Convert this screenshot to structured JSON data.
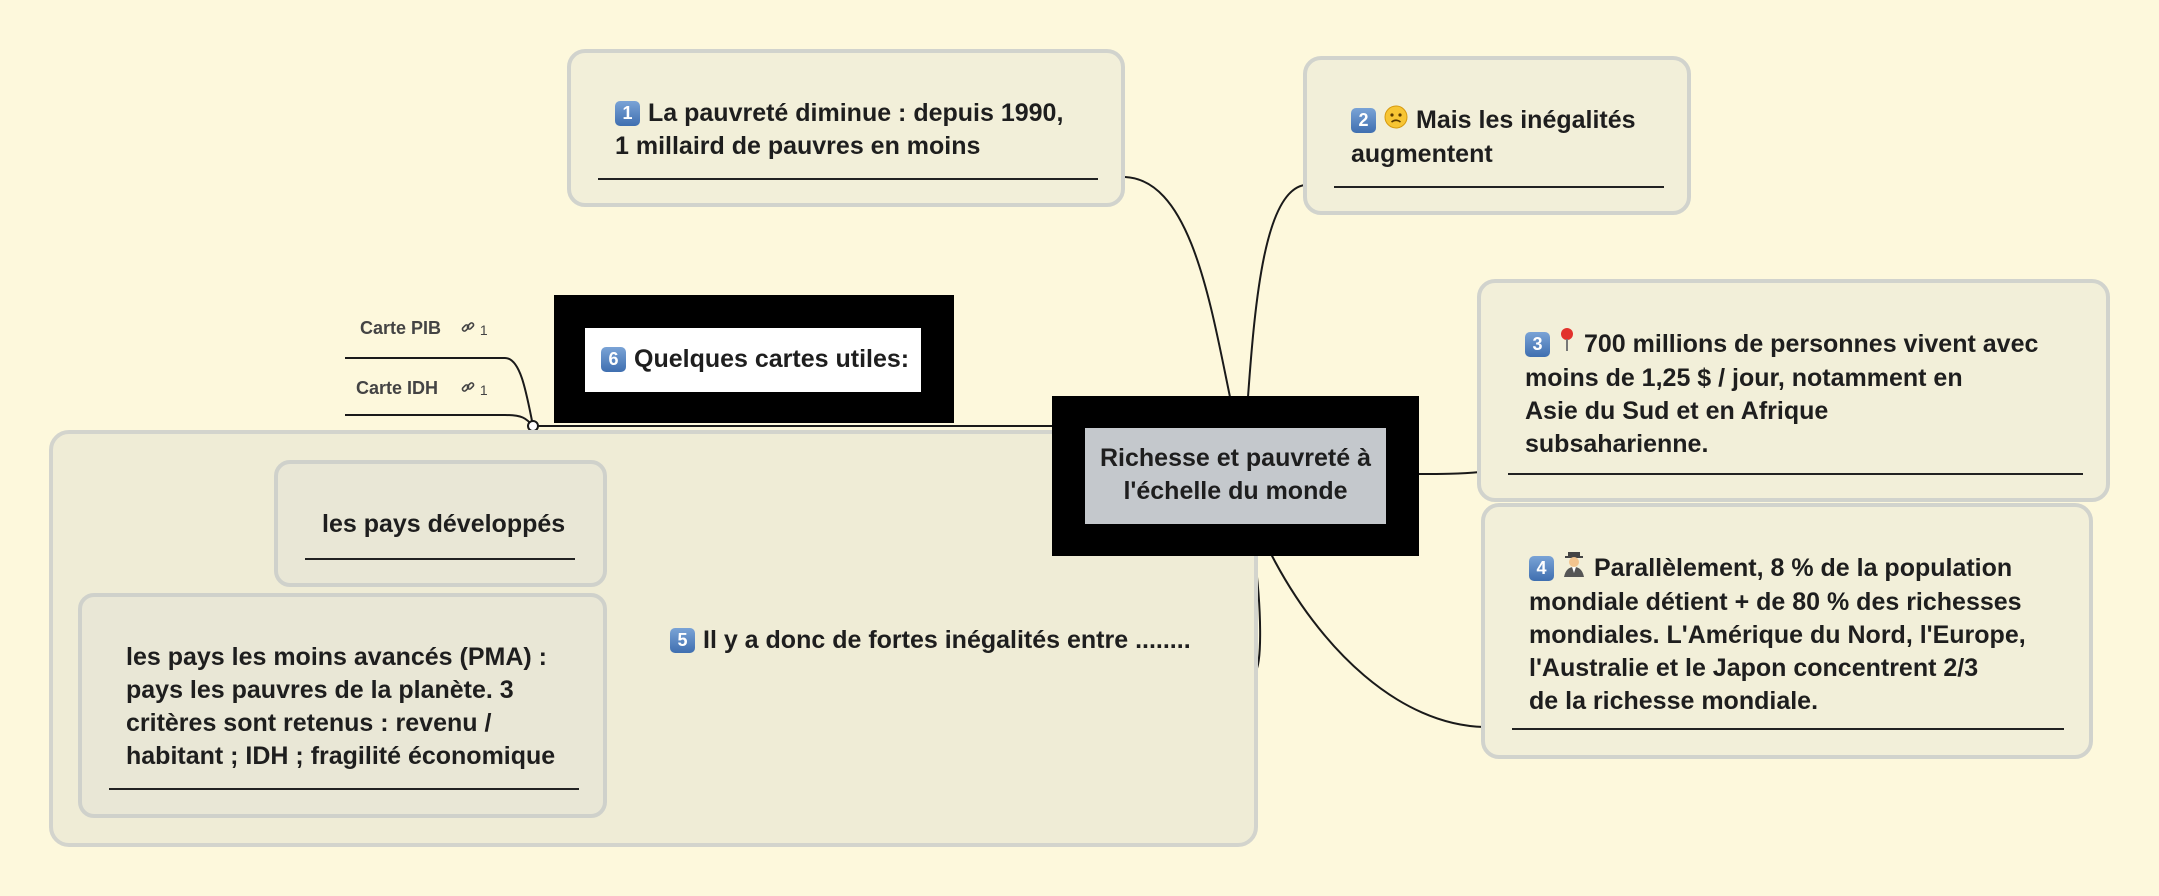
{
  "central": {
    "label": "Richesse et pauvreté à\nl'échelle du monde"
  },
  "branches": [
    {
      "id": "b1",
      "number": "1",
      "text": "La pauvreté diminue : depuis 1990,\n1 millaird de pauvres en moins"
    },
    {
      "id": "b2",
      "number": "2",
      "icon": "worried-face-icon",
      "text": "Mais les inégalités\naugmentent"
    },
    {
      "id": "b3",
      "number": "3",
      "icon": "pin-icon",
      "text": "700 millions de personnes vivent avec\nmoins de 1,25 $ / jour, notamment en\nAsie du Sud et en Afrique\nsubsaharienne."
    },
    {
      "id": "b4",
      "number": "4",
      "icon": "man-in-suit-icon",
      "text": "Parallèlement, 8 % de la population\nmondiale détient + de 80 % des richesses\nmondiales. L'Amérique du Nord, l'Europe,\nl'Australie et le Japon concentrent 2/3\nde la richesse mondiale."
    },
    {
      "id": "b5",
      "number": "5",
      "text": "Il y a donc de fortes inégalités entre ........",
      "children": [
        {
          "text": "les pays développés"
        },
        {
          "text": "les pays les moins avancés (PMA) :\npays les pauvres de la planète. 3\ncritères sont retenus : revenu /\nhabitant ; IDH ; fragilité économique"
        }
      ]
    },
    {
      "id": "b6",
      "number": "6",
      "text": "Quelques cartes utiles:",
      "children": [
        {
          "label": "Carte PIB",
          "link_count": "1"
        },
        {
          "label": "Carte IDH",
          "link_count": "1"
        }
      ]
    }
  ],
  "colors": {
    "background": "#fdf8dc",
    "node_fill": "#f2efd9",
    "node_border": "#d1d3cd",
    "central_fill": "#c4c8cc",
    "badge": "#4a7cc0"
  }
}
